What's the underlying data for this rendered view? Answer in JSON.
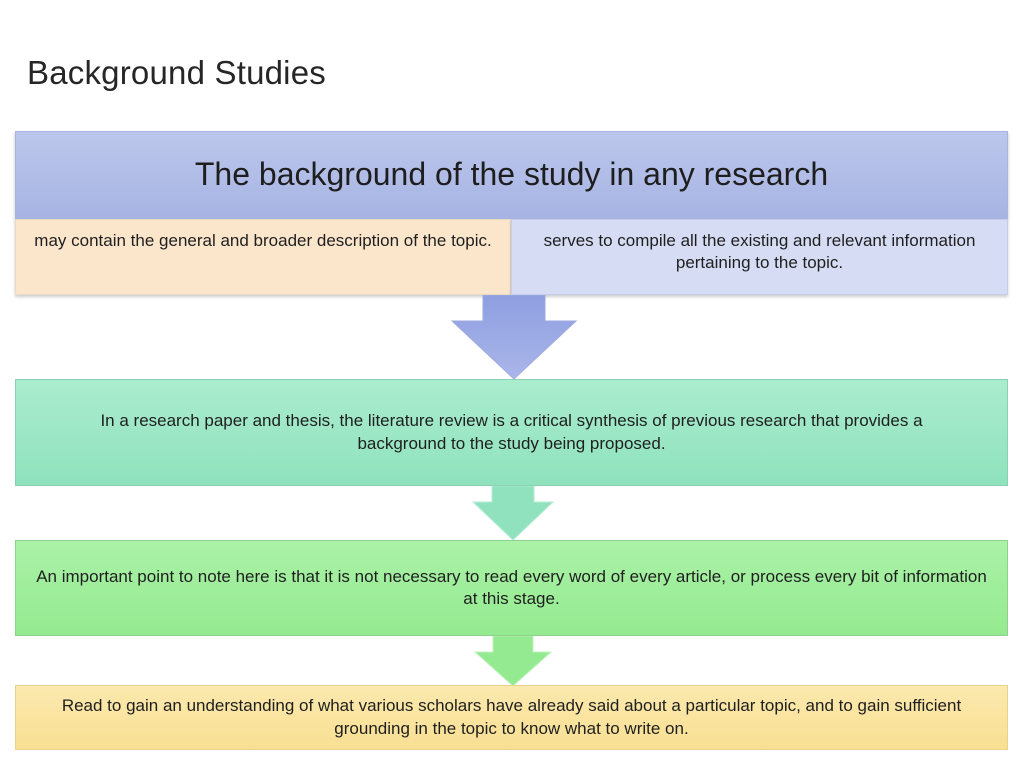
{
  "slide": {
    "title": "Background Studies"
  },
  "diagram": {
    "header": "The background of the study in any research",
    "left_description": "may contain the general and broader description of the topic.",
    "right_description": "serves to compile all the existing and relevant information pertaining to the topic.",
    "step_1": "In a research paper and thesis, the literature review is a critical synthesis of previous research that provides a background to the study being proposed.",
    "step_2": "An important point to note here is that it is not necessary to read every word of every article, or process every bit of information at this stage.",
    "step_3": "Read to gain an understanding of what various scholars have already said about a particular topic, and to gain sufficient grounding in the topic to know what to write on."
  },
  "colors": {
    "header_fill": "#a7b4e3",
    "left_fill": "#fbe6cc",
    "right_fill": "#d6dcf3",
    "step_1_fill": "#8fe2bd",
    "step_2_fill": "#94ea90",
    "step_3_fill": "#f8df92",
    "arrow_1": "#9aa8e0",
    "arrow_2": "#8fe2bd",
    "arrow_3": "#94ea90"
  }
}
